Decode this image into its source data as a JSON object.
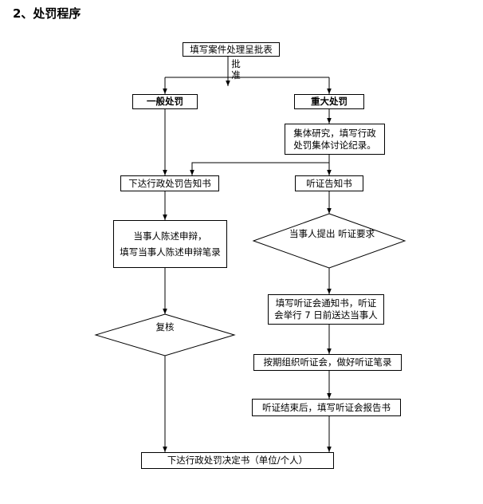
{
  "heading": "2、处罚程序",
  "flow": {
    "start": "填写案件处理呈批表",
    "approve_1": "批",
    "approve_2": "准",
    "general": "一般处罚",
    "major": "重大处罚",
    "collective_1": "集体研究，填写行政",
    "collective_2": "处罚集体讨论纪录。",
    "notice_general": "下达行政处罚告知书",
    "notice_hearing": "听证告知书",
    "defense_1": "当事人陈述申辩，",
    "defense_2": "填写当事人陈述申辩笔录",
    "hearing_req_1": "当事人提出",
    "hearing_req_2": "听证要求",
    "hearing_notice_1": "填写听证会通知书，听证",
    "hearing_notice_2": "会举行 7 日前送达当事人",
    "review": "复核",
    "hold_hearing": "按期组织听证会，做好听证笔录",
    "hearing_report": "听证结束后，填写听证会报告书",
    "decision": "下达行政处罚决定书（单位/个人）"
  }
}
